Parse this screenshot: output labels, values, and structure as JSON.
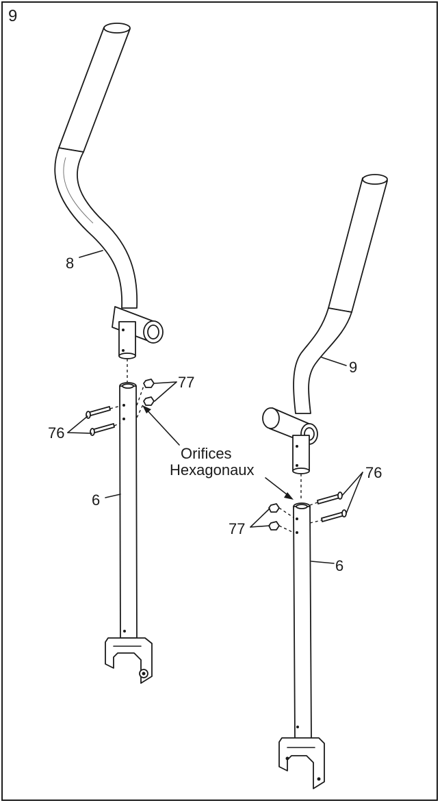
{
  "step": "9",
  "labels": {
    "left_handle_part": "8",
    "right_handle_part": "9",
    "left_upright_part": "6",
    "right_upright_part": "6",
    "left_bolts": "76",
    "left_nuts": "77",
    "right_bolts": "76",
    "right_nuts": "77",
    "callout_line1": "Orifices",
    "callout_line2": "Hexagonaux"
  },
  "colors": {
    "ink": "#1a1a1a",
    "paper": "#ffffff"
  }
}
